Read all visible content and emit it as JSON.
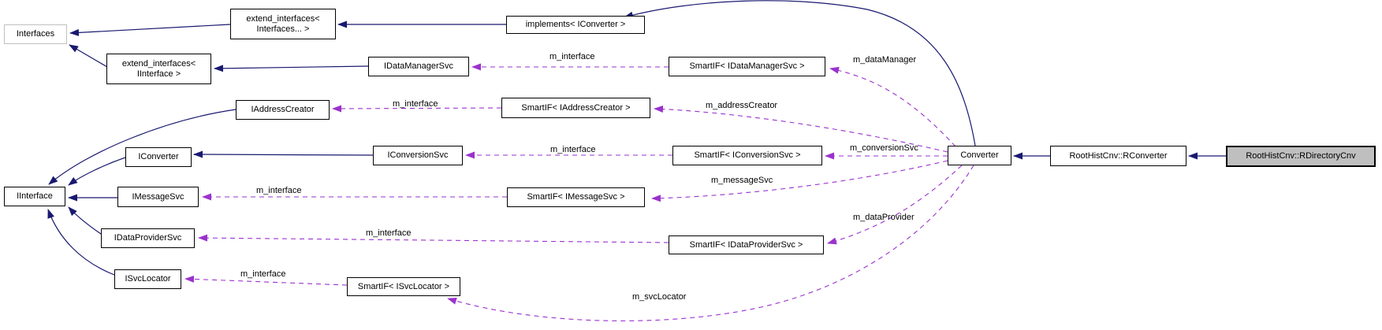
{
  "diagram": {
    "kind": "class-collaboration-graph",
    "colors": {
      "inheritance_edge": "#191970",
      "usage_edge": "#9a32cd",
      "node_border": "#000000",
      "node_fill": "#ffffff",
      "highlight_node_fill": "#bfbfbf",
      "gray_node_border": "#c0c0c0",
      "background": "#ffffff"
    },
    "nodes": [
      {
        "id": "interfaces",
        "label": "Interfaces"
      },
      {
        "id": "extend-interfaces-variadic",
        "label": "extend_interfaces<\nInterfaces... >"
      },
      {
        "id": "implements-iconverter",
        "label": "implements< IConverter >"
      },
      {
        "id": "extend-interfaces-iinterface",
        "label": "extend_interfaces<\nIInterface >"
      },
      {
        "id": "idatamanagersvc",
        "label": "IDataManagerSvc"
      },
      {
        "id": "smartif-idatamanagersvc",
        "label": "SmartIF< IDataManagerSvc >"
      },
      {
        "id": "iaddresscreator",
        "label": "IAddressCreator"
      },
      {
        "id": "smartif-iaddresscreator",
        "label": "SmartIF< IAddressCreator >"
      },
      {
        "id": "iconverter",
        "label": "IConverter"
      },
      {
        "id": "iconversionsvc",
        "label": "IConversionSvc"
      },
      {
        "id": "smartif-iconversionsvc",
        "label": "SmartIF< IConversionSvc >"
      },
      {
        "id": "converter",
        "label": "Converter"
      },
      {
        "id": "roothistcnv-rconverter",
        "label": "RootHistCnv::RConverter"
      },
      {
        "id": "roothistcnv-rdirectorycnv",
        "label": "RootHistCnv::RDirectoryCnv"
      },
      {
        "id": "iinterface",
        "label": "IInterface"
      },
      {
        "id": "imessagesvc",
        "label": "IMessageSvc"
      },
      {
        "id": "smartif-imessagesvc",
        "label": "SmartIF< IMessageSvc >"
      },
      {
        "id": "idataprovidersvc",
        "label": "IDataProviderSvc"
      },
      {
        "id": "smartif-idataprovidersvc",
        "label": "SmartIF< IDataProviderSvc >"
      },
      {
        "id": "isvclocator",
        "label": "ISvcLocator"
      },
      {
        "id": "smartif-isvclocator",
        "label": "SmartIF< ISvcLocator >"
      }
    ],
    "usage_edges": [
      {
        "from": "smartif-idatamanagersvc",
        "to": "idatamanagersvc",
        "label": "m_interface"
      },
      {
        "from": "converter",
        "to": "smartif-idatamanagersvc",
        "label": "m_dataManager"
      },
      {
        "from": "smartif-iaddresscreator",
        "to": "iaddresscreator",
        "label": "m_interface"
      },
      {
        "from": "converter",
        "to": "smartif-iaddresscreator",
        "label": "m_addressCreator"
      },
      {
        "from": "smartif-iconversionsvc",
        "to": "iconversionsvc",
        "label": "m_interface"
      },
      {
        "from": "converter",
        "to": "smartif-iconversionsvc",
        "label": "m_conversionSvc"
      },
      {
        "from": "smartif-imessagesvc",
        "to": "imessagesvc",
        "label": "m_interface"
      },
      {
        "from": "converter",
        "to": "smartif-imessagesvc",
        "label": "m_messageSvc"
      },
      {
        "from": "smartif-idataprovidersvc",
        "to": "idataprovidersvc",
        "label": "m_interface"
      },
      {
        "from": "converter",
        "to": "smartif-idataprovidersvc",
        "label": "m_dataProvider"
      },
      {
        "from": "smartif-isvclocator",
        "to": "isvclocator",
        "label": "m_interface"
      },
      {
        "from": "converter",
        "to": "smartif-isvclocator",
        "label": "m_svcLocator"
      }
    ],
    "inheritance_edges": [
      {
        "from": "extend-interfaces-variadic",
        "to": "interfaces"
      },
      {
        "from": "extend-interfaces-iinterface",
        "to": "interfaces"
      },
      {
        "from": "implements-iconverter",
        "to": "extend-interfaces-variadic"
      },
      {
        "from": "idatamanagersvc",
        "to": "extend-interfaces-iinterface"
      },
      {
        "from": "converter",
        "to": "implements-iconverter"
      },
      {
        "from": "iaddresscreator",
        "to": "iinterface"
      },
      {
        "from": "iconverter",
        "to": "iinterface"
      },
      {
        "from": "iconversionsvc",
        "to": "iconverter"
      },
      {
        "from": "imessagesvc",
        "to": "iinterface"
      },
      {
        "from": "idataprovidersvc",
        "to": "iinterface"
      },
      {
        "from": "isvclocator",
        "to": "iinterface"
      },
      {
        "from": "roothistcnv-rconverter",
        "to": "converter"
      },
      {
        "from": "roothistcnv-rdirectorycnv",
        "to": "roothistcnv-rconverter"
      }
    ]
  }
}
